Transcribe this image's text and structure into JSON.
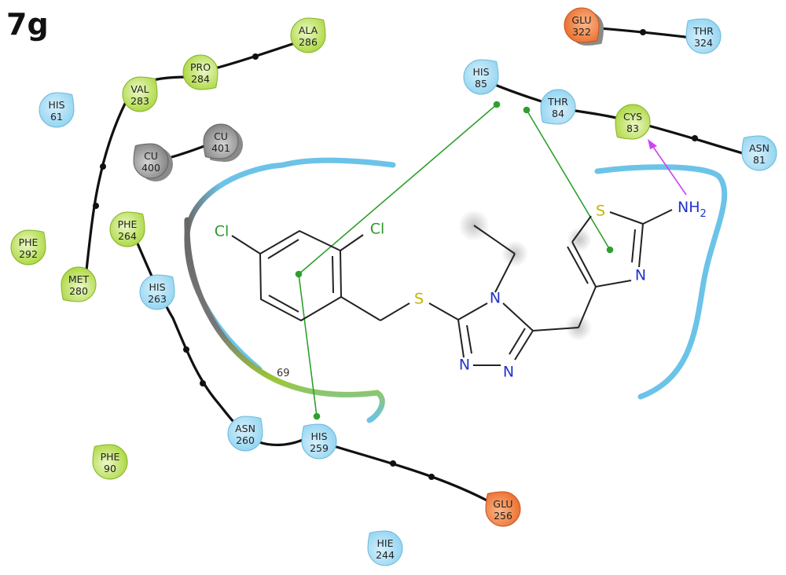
{
  "panel_label": "7g",
  "colors": {
    "hydrophobic": "#a9d63a",
    "polar": "#8fd3f1",
    "negative": "#f07a3a",
    "metal": "#8e8e8e",
    "backbone": "#111111",
    "pi_stacking": "#2ea02e",
    "hbond": "#cc44ee",
    "pocket": "#6cc3e8",
    "carbon": "#222222",
    "chlorine": "#2a9a2a",
    "nitrogen": "#2233cc",
    "sulfur": "#c8b400"
  },
  "residues": [
    {
      "id": "his61",
      "name": "HIS",
      "num": "61",
      "type": "polar"
    },
    {
      "id": "val283",
      "name": "VAL",
      "num": "283",
      "type": "hydrophobic"
    },
    {
      "id": "pro284",
      "name": "PRO",
      "num": "284",
      "type": "hydrophobic"
    },
    {
      "id": "ala286",
      "name": "ALA",
      "num": "286",
      "type": "hydrophobic"
    },
    {
      "id": "cu400",
      "name": "CU",
      "num": "400",
      "type": "metal"
    },
    {
      "id": "cu401",
      "name": "CU",
      "num": "401",
      "type": "metal"
    },
    {
      "id": "phe292",
      "name": "PHE",
      "num": "292",
      "type": "hydrophobic"
    },
    {
      "id": "phe264",
      "name": "PHE",
      "num": "264",
      "type": "hydrophobic"
    },
    {
      "id": "met280",
      "name": "MET",
      "num": "280",
      "type": "hydrophobic"
    },
    {
      "id": "his263",
      "name": "HIS",
      "num": "263",
      "type": "polar"
    },
    {
      "id": "asn260",
      "name": "ASN",
      "num": "260",
      "type": "polar"
    },
    {
      "id": "his259",
      "name": "HIS",
      "num": "259",
      "type": "polar"
    },
    {
      "id": "phe90",
      "name": "PHE",
      "num": "90",
      "type": "hydrophobic"
    },
    {
      "id": "glu256",
      "name": "GLU",
      "num": "256",
      "type": "negative"
    },
    {
      "id": "hie244",
      "name": "HIE",
      "num": "244",
      "type": "polar"
    },
    {
      "id": "his85",
      "name": "HIS",
      "num": "85",
      "type": "polar"
    },
    {
      "id": "thr84",
      "name": "THR",
      "num": "84",
      "type": "polar"
    },
    {
      "id": "cys83",
      "name": "CYS",
      "num": "83",
      "type": "hydrophobic"
    },
    {
      "id": "asn81",
      "name": "ASN",
      "num": "81",
      "type": "polar"
    },
    {
      "id": "glu322",
      "name": "GLU",
      "num": "322",
      "type": "negative"
    },
    {
      "id": "thr324",
      "name": "THR",
      "num": "324",
      "type": "polar"
    }
  ],
  "atoms": {
    "cl_left": "Cl",
    "cl_right": "Cl",
    "s_linker": "S",
    "n4": "N",
    "n1": "N",
    "n2": "N",
    "s_thiazole": "S",
    "n_thiazole": "N",
    "nh2_main": "NH",
    "nh2_sub": "2"
  },
  "pocket_label": "69"
}
